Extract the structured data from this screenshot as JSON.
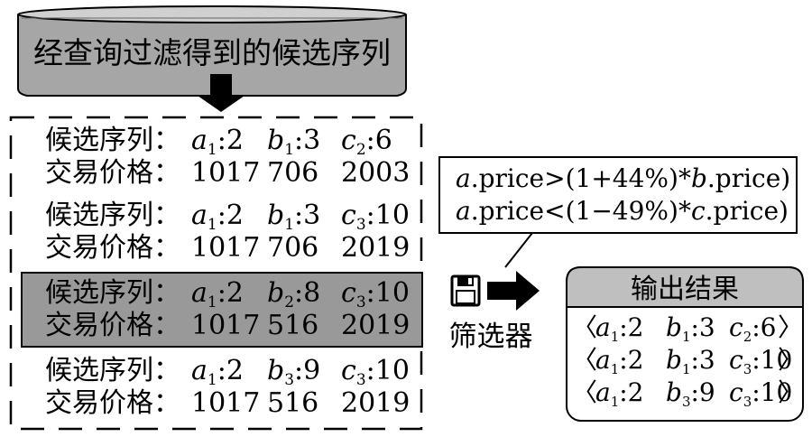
{
  "header": {
    "title": "经查询过滤得到的候选序列"
  },
  "candidate_label": "候选序列",
  "price_label": "交易价格",
  "separator": "：",
  "candidates": [
    {
      "seq": [
        {
          "v": "a",
          "s": "1",
          "n": "2"
        },
        {
          "v": "b",
          "s": "1",
          "n": "3"
        },
        {
          "v": "c",
          "s": "2",
          "n": "6"
        }
      ],
      "prices": [
        "1017",
        "706",
        "2003"
      ]
    },
    {
      "seq": [
        {
          "v": "a",
          "s": "1",
          "n": "2"
        },
        {
          "v": "b",
          "s": "1",
          "n": "3"
        },
        {
          "v": "c",
          "s": "3",
          "n": "10"
        }
      ],
      "prices": [
        "1017",
        "706",
        "2019"
      ]
    },
    {
      "seq": [
        {
          "v": "a",
          "s": "1",
          "n": "2"
        },
        {
          "v": "b",
          "s": "2",
          "n": "8"
        },
        {
          "v": "c",
          "s": "3",
          "n": "10"
        }
      ],
      "prices": [
        "1017",
        "516",
        "2019"
      ]
    },
    {
      "seq": [
        {
          "v": "a",
          "s": "1",
          "n": "2"
        },
        {
          "v": "b",
          "s": "3",
          "n": "9"
        },
        {
          "v": "c",
          "s": "3",
          "n": "10"
        }
      ],
      "prices": [
        "1017",
        "516",
        "2019"
      ]
    }
  ],
  "highlighted_index": 2,
  "filter": {
    "label": "筛选器",
    "conditions": [
      {
        "var1": "a",
        "op": ".price>(1+44%)*",
        "var2": "b",
        "tail": ".price)"
      },
      {
        "var1": "a",
        "op": ".price<(1−49%)*",
        "var2": "c",
        "tail": ".price)"
      }
    ]
  },
  "output": {
    "title": "输出结果",
    "results": [
      [
        {
          "v": "a",
          "s": "1",
          "n": "2"
        },
        {
          "v": "b",
          "s": "1",
          "n": "3"
        },
        {
          "v": "c",
          "s": "2",
          "n": "6"
        }
      ],
      [
        {
          "v": "a",
          "s": "1",
          "n": "2"
        },
        {
          "v": "b",
          "s": "1",
          "n": "3"
        },
        {
          "v": "c",
          "s": "3",
          "n": "10"
        }
      ],
      [
        {
          "v": "a",
          "s": "1",
          "n": "2"
        },
        {
          "v": "b",
          "s": "3",
          "n": "9"
        },
        {
          "v": "c",
          "s": "3",
          "n": "10"
        }
      ]
    ],
    "open_bracket": "〈",
    "close_bracket": "〉"
  },
  "colors": {
    "header_fill": "#a6a6a6",
    "highlight_fill": "#999999",
    "output_header_fill": "#bfbfbf"
  }
}
